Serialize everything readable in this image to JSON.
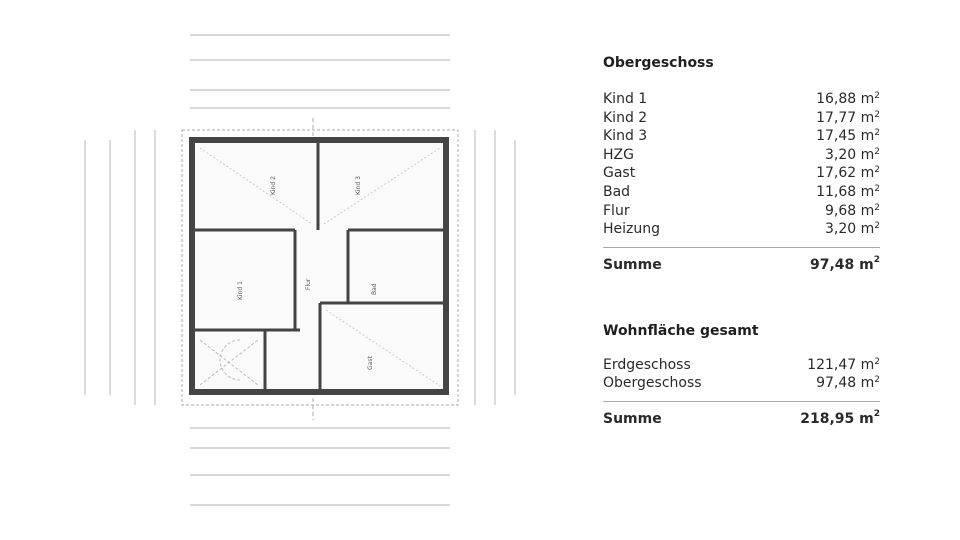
{
  "plan": {
    "rooms": [
      "Kind 1",
      "Kind 2",
      "Kind 3",
      "Gast",
      "Bad",
      "Flur"
    ]
  },
  "obergeschoss": {
    "title": "Obergeschoss",
    "unit": "m",
    "unit_exp": "2",
    "rows": [
      {
        "name": "Kind 1",
        "value": "16,88"
      },
      {
        "name": "Kind 2",
        "value": "17,77"
      },
      {
        "name": "Kind 3",
        "value": "17,45"
      },
      {
        "name": "HZG",
        "value": "3,20"
      },
      {
        "name": "Gast",
        "value": "17,62"
      },
      {
        "name": "Bad",
        "value": "11,68"
      },
      {
        "name": "Flur",
        "value": "9,68"
      },
      {
        "name": "Heizung",
        "value": "3,20"
      }
    ],
    "total": {
      "name": "Summe",
      "value": "97,48"
    }
  },
  "gesamt": {
    "title": "Wohnfläche gesamt",
    "rows": [
      {
        "name": "Erdgeschoss",
        "value": "121,47"
      },
      {
        "name": "Obergeschoss",
        "value": "97,48"
      }
    ],
    "total": {
      "name": "Summe",
      "value": "218,95"
    }
  }
}
